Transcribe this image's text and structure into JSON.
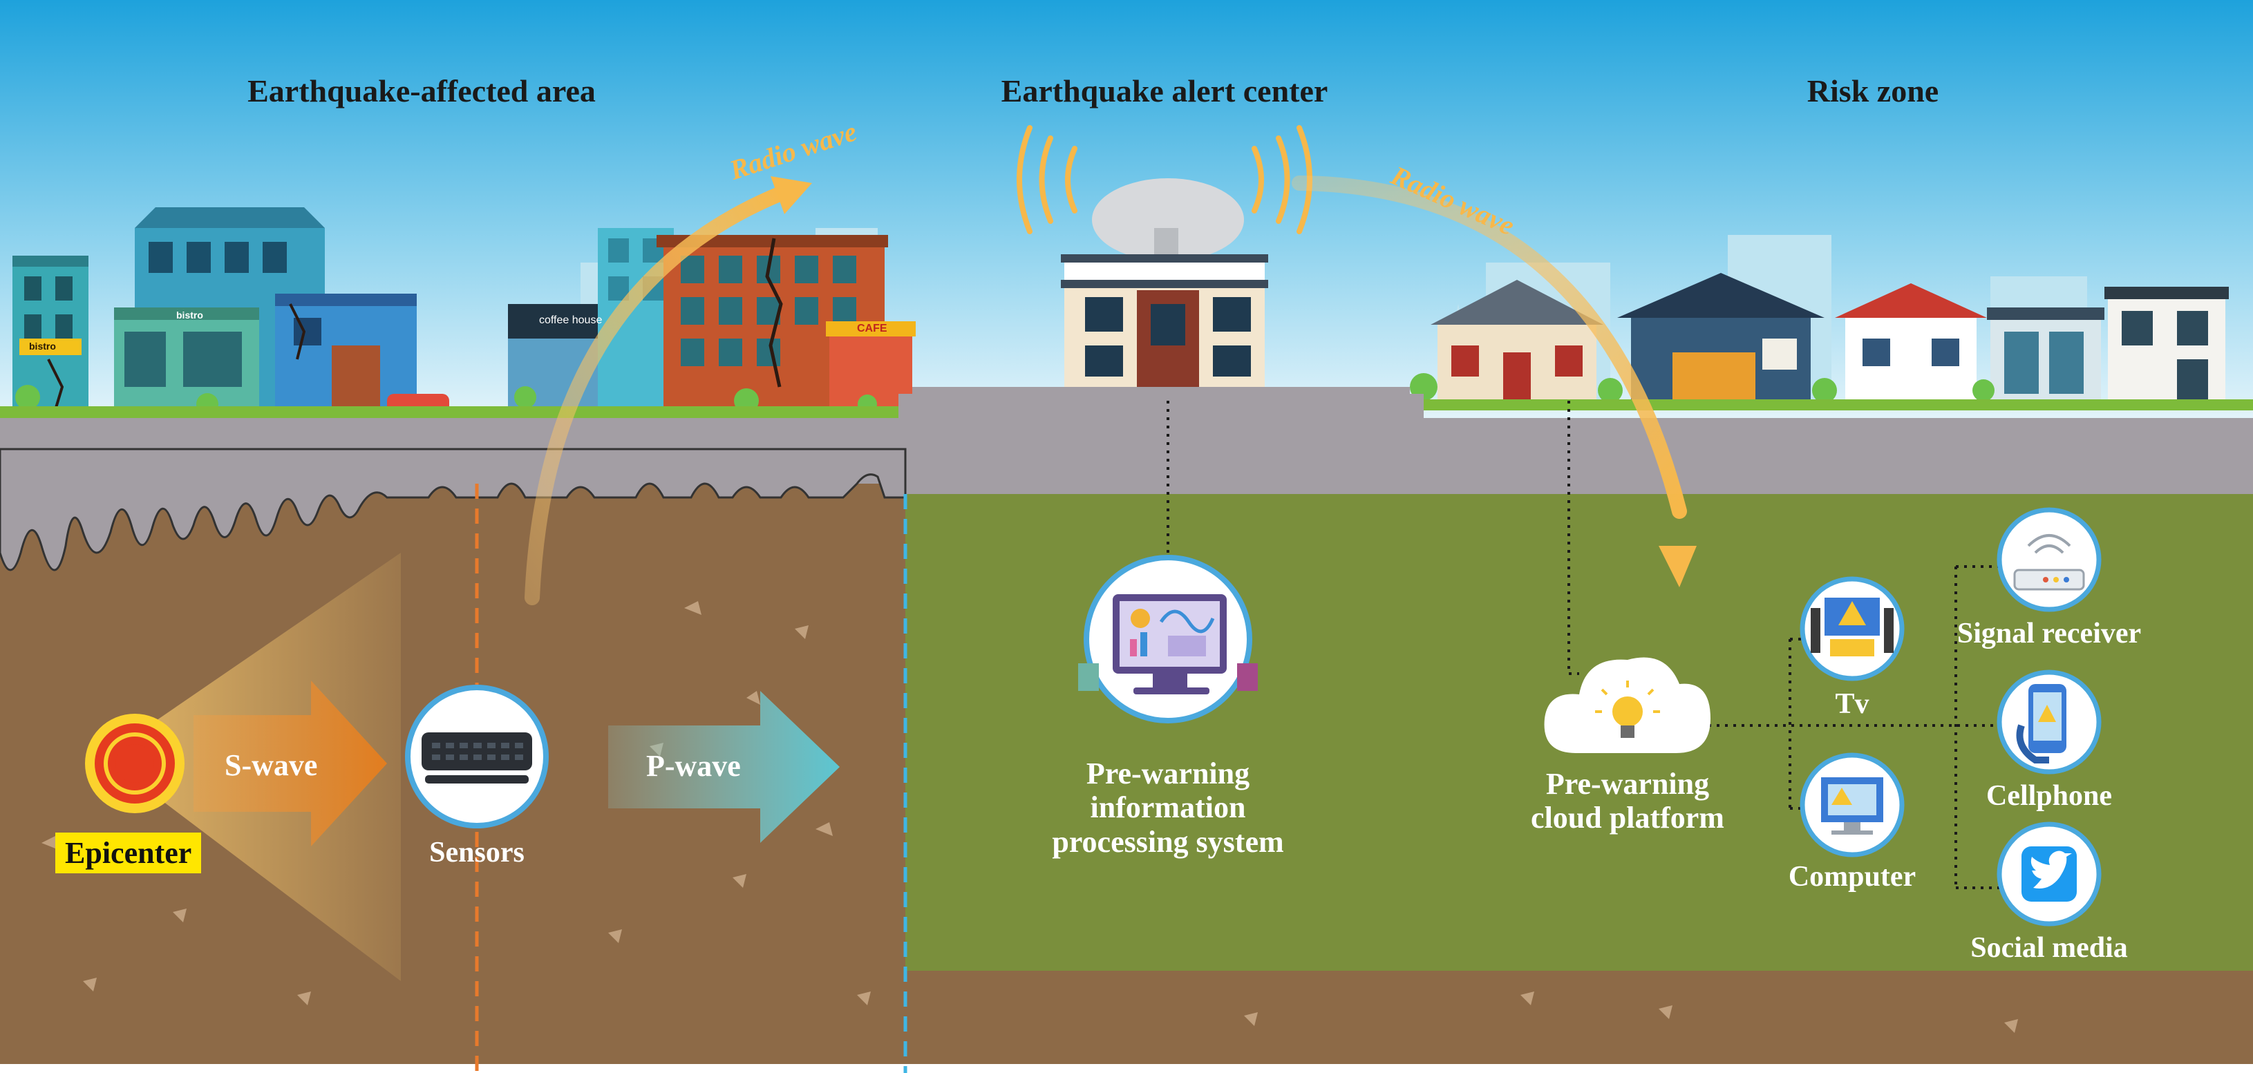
{
  "zones": {
    "affected": "Earthquake-affected area",
    "alert_center": "Earthquake alert center",
    "risk": "Risk zone"
  },
  "radio_waves": [
    "Radio wave",
    "Radio wave"
  ],
  "source": {
    "epicenter": "Epicenter",
    "s_wave": "S-wave",
    "sensors": "Sensors",
    "p_wave": "P-wave"
  },
  "system": {
    "processing": "Pre-warning information processing system",
    "cloud": "Pre-warning cloud platform"
  },
  "outputs": {
    "tv": "Tv",
    "computer": "Computer",
    "signal_receiver": "Signal receiver",
    "cellphone": "Cellphone",
    "social_media": "Social media"
  },
  "shop_signs": {
    "bistro_left": "bistro",
    "bistro_mid": "bistro",
    "coffee": "coffee house",
    "cafe": "CAFE"
  },
  "colors": {
    "sky_top": "#29a9df",
    "road": "#a39ea4",
    "soil": "#8d6a47",
    "grass_field": "#7a8f3c",
    "radio_arrow": "#f9c06b",
    "s_wave_arrow": "#e88a2c",
    "p_wave_arrow": "#7ad4d8",
    "epicenter": "#e53b1f",
    "label_highlight": "#ffe600",
    "sensor_line": "#e87a2c",
    "boundary_line": "#3fb6e4",
    "icon_ring": "#4aa8dd"
  },
  "icons": [
    "satellite-dish-icon",
    "sensor-device-icon",
    "monitor-dashboard-icon",
    "cloud-lightbulb-icon",
    "tv-warning-icon",
    "computer-warning-icon",
    "router-icon",
    "smartphone-warning-icon",
    "twitter-bird-icon"
  ]
}
